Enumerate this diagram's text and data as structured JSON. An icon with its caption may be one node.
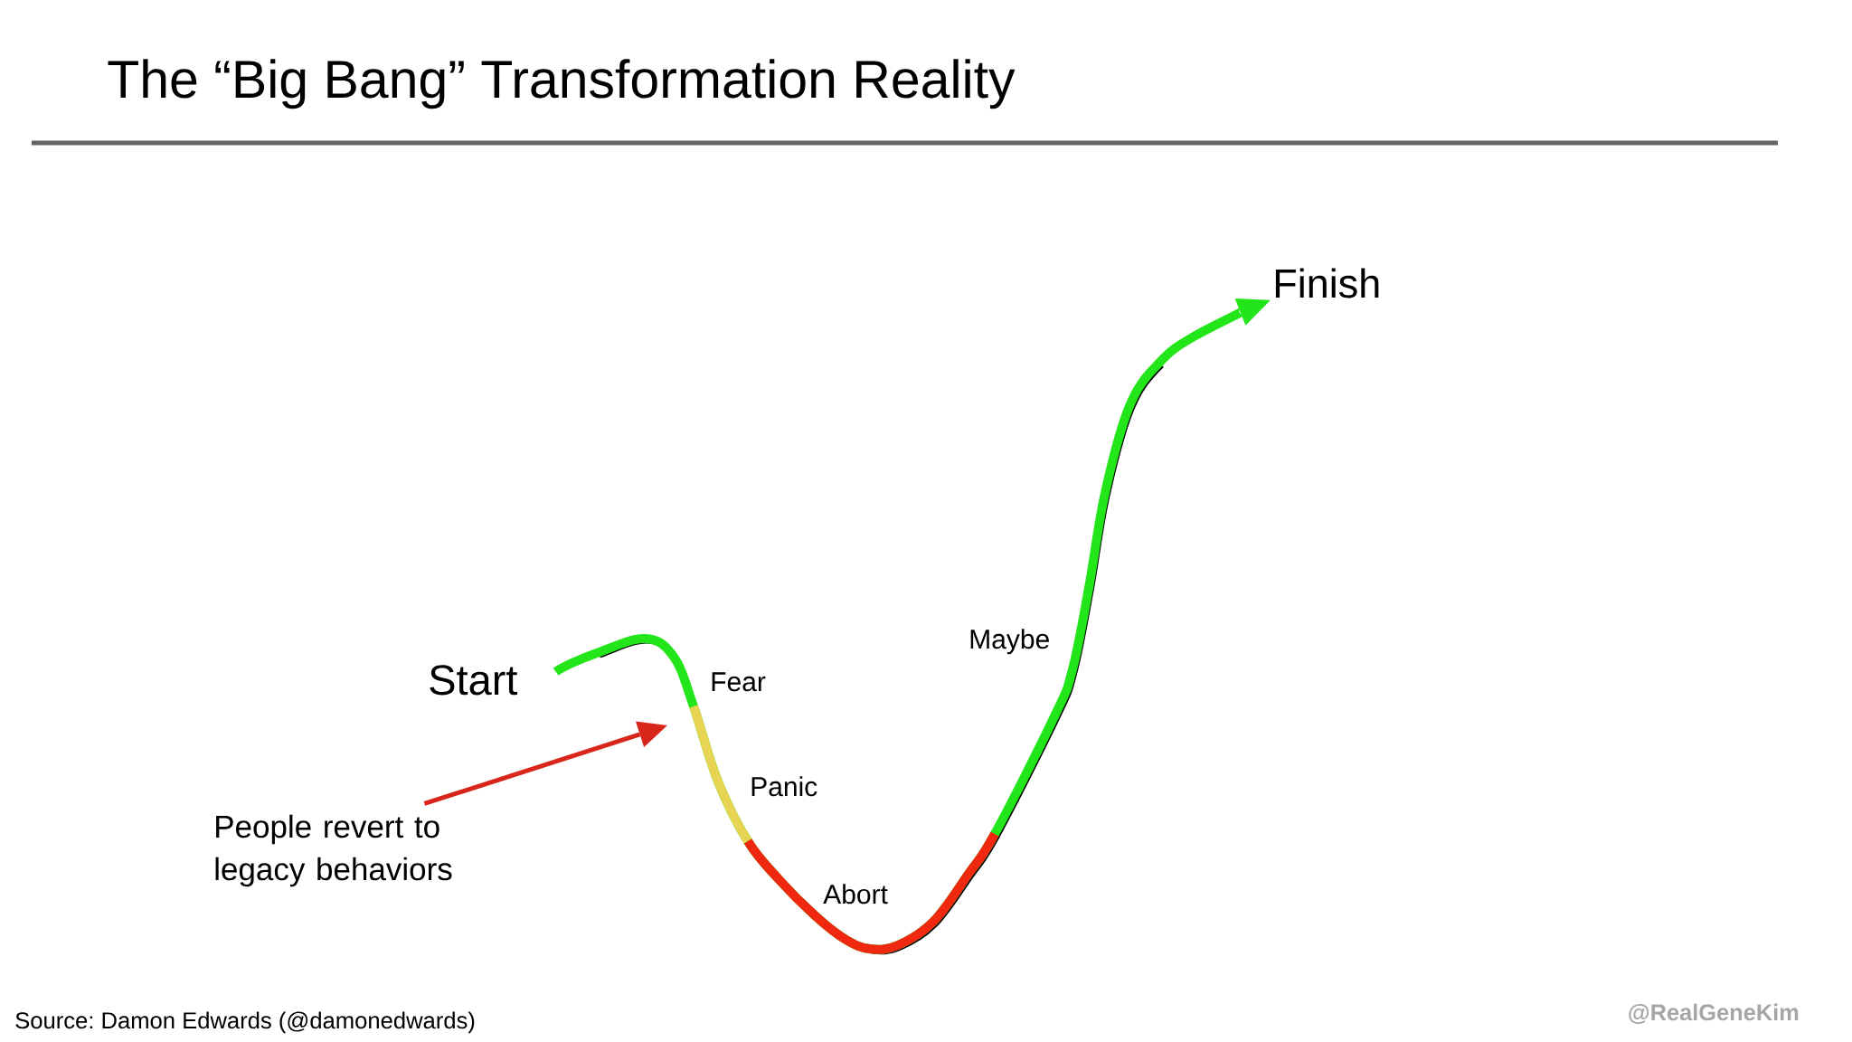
{
  "diagram": {
    "title": "The “Big Bang” Transformation Reality",
    "nodes": [
      {
        "text": [
          "Start"
        ]
      },
      {
        "text": [
          "Finish"
        ]
      },
      {
        "text": [
          "People revert to legacy behaviors"
        ]
      }
    ],
    "edges": [
      {
        "from": 0,
        "to": 1,
        "arrow": "to",
        "style": "thick",
        "color": "#22e61a"
      },
      {
        "from": 2,
        "to": null,
        "arrow": "to",
        "color": "#d9261a"
      }
    ],
    "labels": [
      "Fear",
      "Panic",
      "Abort",
      "Maybe",
      "Source: Damon Edwards (@damonedwards)",
      "@RealGeneKim"
    ]
  }
}
